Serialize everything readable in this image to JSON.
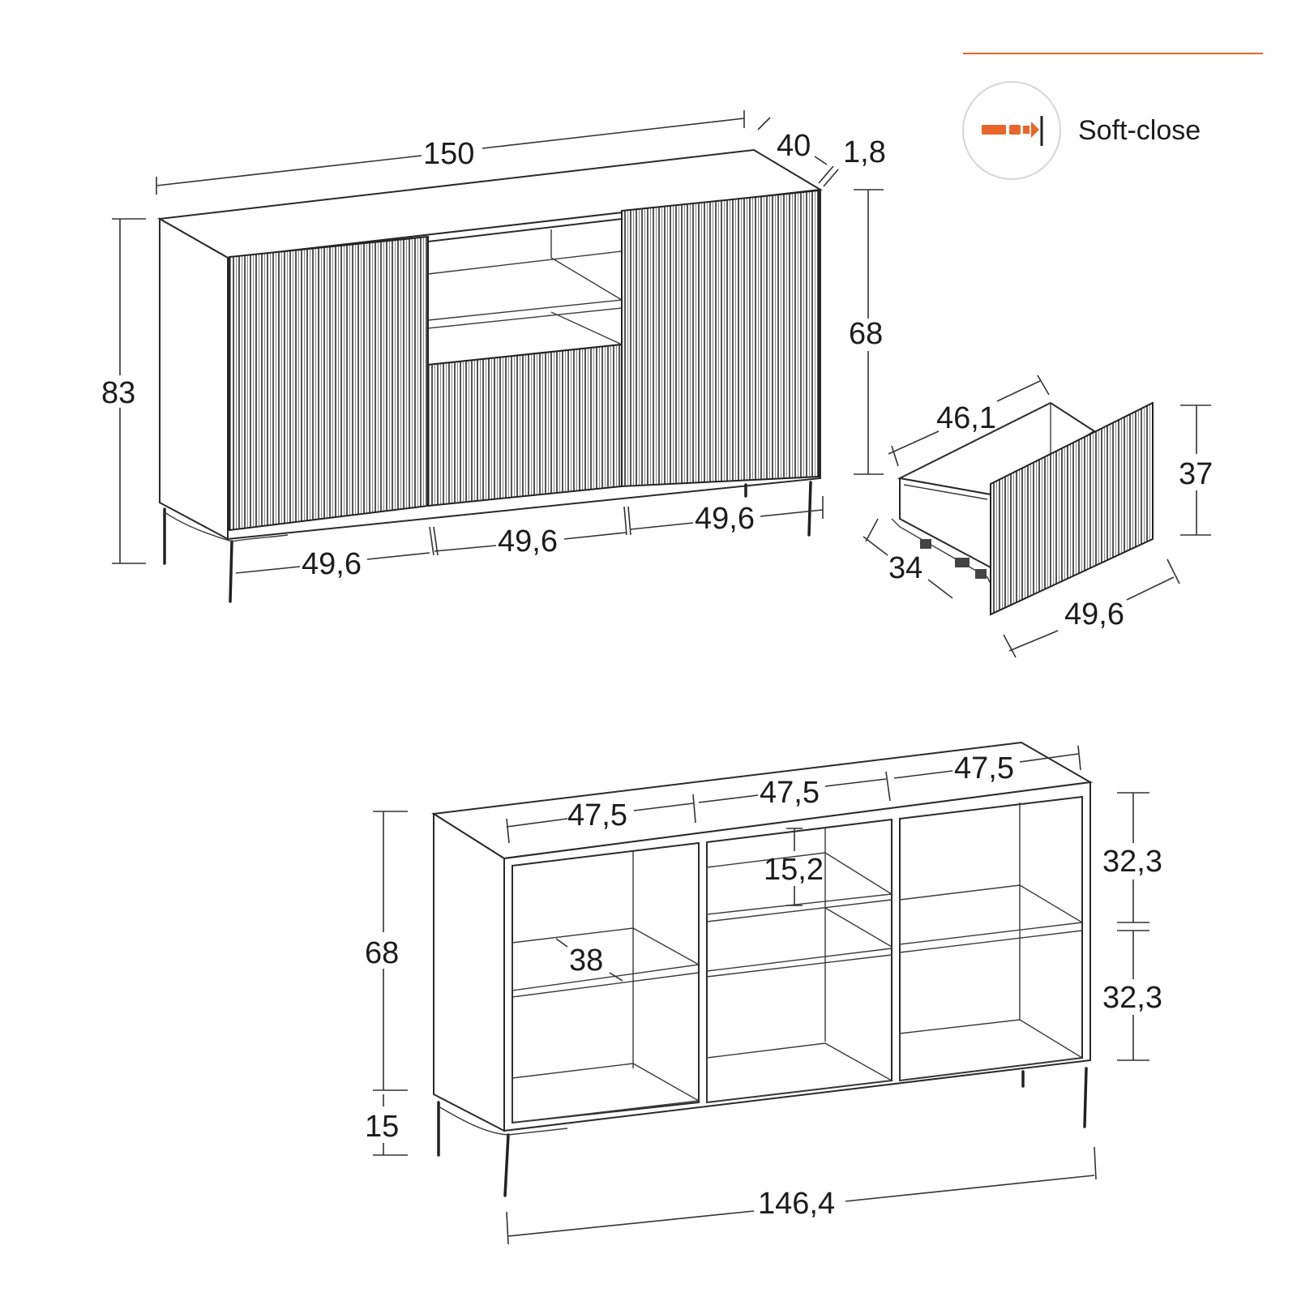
{
  "badge": {
    "label": "Soft-close",
    "accent_color": "#e8662a",
    "icon": "soft-close-arrow-icon"
  },
  "top_view": {
    "width": "150",
    "depth": "40",
    "panel_thickness": "1,8",
    "total_height": "83",
    "body_height": "68",
    "door_left": "49,6",
    "door_middle": "49,6",
    "door_right": "49,6"
  },
  "drawer_view": {
    "inner_width": "46,1",
    "height": "37",
    "depth": "34",
    "front_width": "49,6"
  },
  "bottom_view": {
    "compartment_1_width": "47,5",
    "compartment_2_width": "47,5",
    "compartment_3_width": "47,5",
    "shelf_gap_small": "15,2",
    "shelf_depth": "38",
    "body_height": "68",
    "leg_height": "15",
    "upper_compartment_height": "32,3",
    "lower_compartment_height": "32,3",
    "inner_width": "146,4"
  },
  "colors": {
    "line": "#2a2a2a",
    "accent": "#e8662a"
  }
}
